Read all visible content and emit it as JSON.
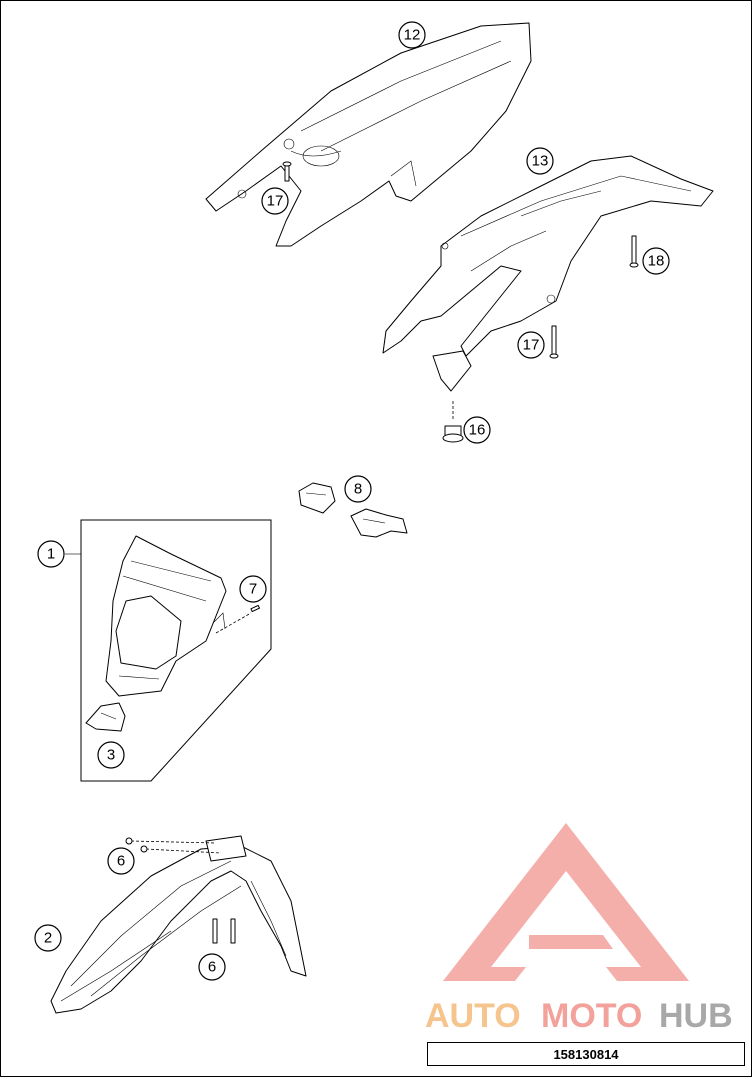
{
  "diagram": {
    "callouts": [
      {
        "id": "c12",
        "label": "12"
      },
      {
        "id": "c17a",
        "label": "17"
      },
      {
        "id": "c13",
        "label": "13"
      },
      {
        "id": "c18",
        "label": "18"
      },
      {
        "id": "c17b",
        "label": "17"
      },
      {
        "id": "c16",
        "label": "16"
      },
      {
        "id": "c8",
        "label": "8"
      },
      {
        "id": "c1",
        "label": "1"
      },
      {
        "id": "c7",
        "label": "7"
      },
      {
        "id": "c3",
        "label": "3"
      },
      {
        "id": "c6a",
        "label": "6"
      },
      {
        "id": "c2",
        "label": "2"
      },
      {
        "id": "c6b",
        "label": "6"
      }
    ],
    "document_number": "158130814"
  },
  "watermark": {
    "text_part1": "AUTO",
    "text_part2": "MOTO",
    "text_part3": "HUB",
    "colors": {
      "logo_red": "#f2a19b",
      "auto": "#f6c48d",
      "moto": "#f2a19b",
      "hub": "#a8a8a8"
    }
  }
}
